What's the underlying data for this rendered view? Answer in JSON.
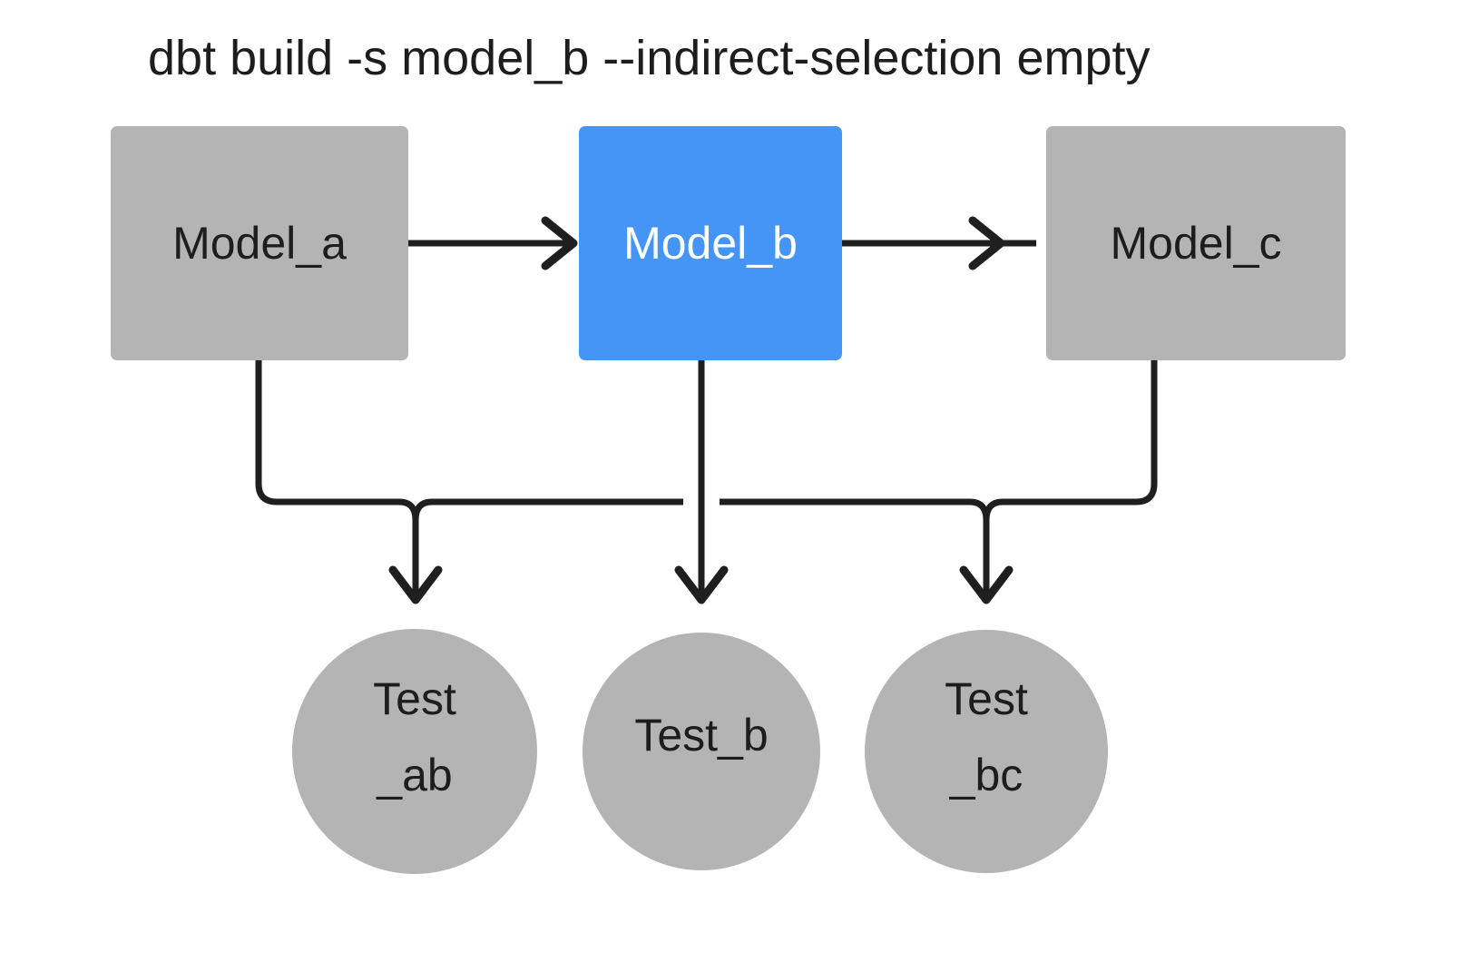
{
  "title": "dbt build -s model_b --indirect-selection empty",
  "colors": {
    "background": "#ffffff",
    "node_gray": "#b4b4b4",
    "node_blue": "#4595f6",
    "edge_black": "#201f1f",
    "text_dark": "#1d1d1d",
    "text_light": "#ffffff"
  },
  "models": [
    {
      "id": "model_a",
      "label": "Model_a",
      "shape": "rect",
      "color": "#b4b4b4",
      "text_color": "#1d1d1d",
      "selected": false
    },
    {
      "id": "model_b",
      "label": "Model_b",
      "shape": "rect",
      "color": "#4595f6",
      "text_color": "#ffffff",
      "selected": true
    },
    {
      "id": "model_c",
      "label": "Model_c",
      "shape": "rect",
      "color": "#b4b4b4",
      "text_color": "#1d1d1d",
      "selected": false
    }
  ],
  "tests": [
    {
      "id": "test_ab",
      "label": "Test_ab",
      "line1": "Test",
      "line2": "_ab",
      "shape": "circle",
      "color": "#b4b4b4",
      "text_color": "#1d1d1d",
      "selected": false
    },
    {
      "id": "test_b",
      "label": "Test_b",
      "line1": "Test_b",
      "line2": "",
      "shape": "circle",
      "color": "#b4b4b4",
      "text_color": "#1d1d1d",
      "selected": false
    },
    {
      "id": "test_bc",
      "label": "Test_bc",
      "line1": "Test",
      "line2": "_bc",
      "shape": "circle",
      "color": "#b4b4b4",
      "text_color": "#1d1d1d",
      "selected": false
    }
  ],
  "edges": [
    {
      "id": "edge-model-a-to-model-b",
      "from": "model_a",
      "to": "model_b",
      "kind": "straight-right"
    },
    {
      "id": "edge-model-b-to-model-c",
      "from": "model_b",
      "to": "model_c",
      "kind": "straight-right"
    },
    {
      "id": "edge-model-a-to-test-ab",
      "from": "model_a",
      "to": "test_ab",
      "kind": "elbow-down"
    },
    {
      "id": "edge-model-b-to-test-ab",
      "from": "model_b",
      "to": "test_ab",
      "kind": "elbow-down"
    },
    {
      "id": "edge-model-b-to-test-b",
      "from": "model_b",
      "to": "test_b",
      "kind": "straight-down"
    },
    {
      "id": "edge-model-b-to-test-bc",
      "from": "model_b",
      "to": "test_bc",
      "kind": "elbow-down"
    },
    {
      "id": "edge-model-c-to-test-bc",
      "from": "model_c",
      "to": "test_bc",
      "kind": "elbow-down"
    }
  ]
}
